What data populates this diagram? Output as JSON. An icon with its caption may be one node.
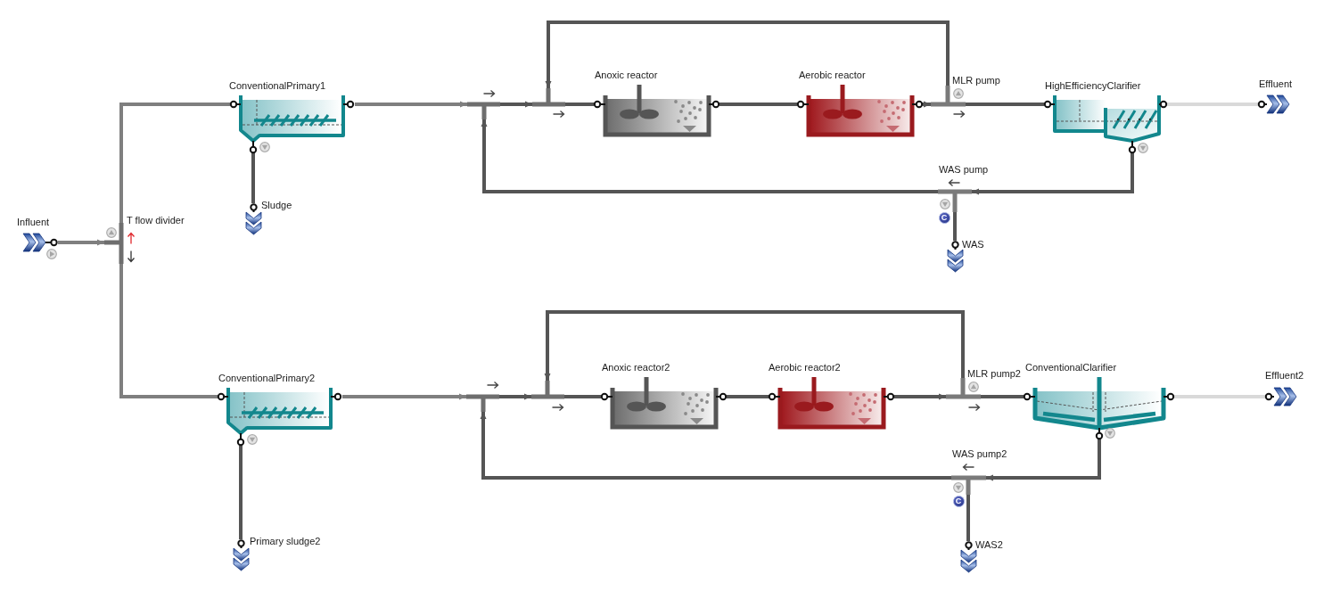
{
  "diagram": {
    "nodes": [
      {
        "text": [
          "Influent"
        ]
      },
      {
        "text": [
          "T flow divider"
        ]
      },
      {
        "text": [
          "ConventionalPrimary1"
        ]
      },
      {
        "text": [
          "Sludge"
        ]
      },
      {
        "text": [],
        "shape": "bar"
      },
      {
        "text": [],
        "shape": "bar"
      },
      {
        "text": [
          "Anoxic reactor"
        ]
      },
      {
        "text": [
          "Aerobic reactor"
        ]
      },
      {
        "text": [
          "MLR pump"
        ]
      },
      {
        "text": [
          "HighEfficiencyClarifier"
        ]
      },
      {
        "text": [
          "Effluent"
        ]
      },
      {
        "text": [
          "WAS pump"
        ]
      },
      {
        "text": [
          "WAS"
        ]
      },
      {
        "text": [
          "ConventionalPrimary2"
        ]
      },
      {
        "text": [
          "Primary sludge2"
        ]
      },
      {
        "text": [],
        "shape": "bar"
      },
      {
        "text": [],
        "shape": "bar"
      },
      {
        "text": [
          "Anoxic reactor2"
        ]
      },
      {
        "text": [
          "Aerobic reactor2"
        ]
      },
      {
        "text": [
          "MLR pump2"
        ]
      },
      {
        "text": [
          "ConventionalClarifier"
        ]
      },
      {
        "text": [
          "Effluent2"
        ]
      },
      {
        "text": [
          "WAS pump2"
        ]
      },
      {
        "text": [
          "WAS2"
        ]
      }
    ],
    "edges": [
      {
        "from": 0,
        "to": 1,
        "arrow": "to",
        "color": "#7f7f7f"
      },
      {
        "from": 1,
        "to": 2,
        "arrow": "none",
        "color": "#7f7f7f"
      },
      {
        "from": 2,
        "to": 3,
        "arrow": "none"
      },
      {
        "from": 2,
        "to": 4,
        "arrow": "to",
        "color": "#7f7f7f"
      },
      {
        "from": 4,
        "to": 5,
        "arrow": "to"
      },
      {
        "from": 5,
        "to": 6,
        "arrow": "none"
      },
      {
        "from": 6,
        "to": 7,
        "arrow": "none"
      },
      {
        "from": 7,
        "to": 8,
        "arrow": "to"
      },
      {
        "from": 8,
        "to": 9,
        "arrow": "none"
      },
      {
        "from": 8,
        "to": 5,
        "arrow": "to"
      },
      {
        "from": 9,
        "to": 10,
        "arrow": "none",
        "color": "#d9d9d9"
      },
      {
        "from": 9,
        "to": 11,
        "arrow": "to"
      },
      {
        "from": 11,
        "to": 4,
        "arrow": "to"
      },
      {
        "from": 11,
        "to": 12,
        "arrow": "none"
      },
      {
        "from": 1,
        "to": 13,
        "arrow": "none",
        "color": "#7f7f7f"
      },
      {
        "from": 13,
        "to": 14,
        "arrow": "none"
      },
      {
        "from": 13,
        "to": 15,
        "arrow": "to",
        "color": "#7f7f7f"
      },
      {
        "from": 15,
        "to": 16,
        "arrow": "to"
      },
      {
        "from": 16,
        "to": 17,
        "arrow": "none"
      },
      {
        "from": 17,
        "to": 18,
        "arrow": "none"
      },
      {
        "from": 18,
        "to": 19,
        "arrow": "to"
      },
      {
        "from": 19,
        "to": 20,
        "arrow": "none"
      },
      {
        "from": 19,
        "to": 16,
        "arrow": "to"
      },
      {
        "from": 20,
        "to": 21,
        "arrow": "none",
        "color": "#d9d9d9"
      },
      {
        "from": 20,
        "to": 22,
        "arrow": "to"
      },
      {
        "from": 22,
        "to": 15,
        "arrow": "to"
      },
      {
        "from": 22,
        "to": 23,
        "arrow": "none"
      }
    ],
    "labels": [
      "C",
      "C"
    ]
  }
}
